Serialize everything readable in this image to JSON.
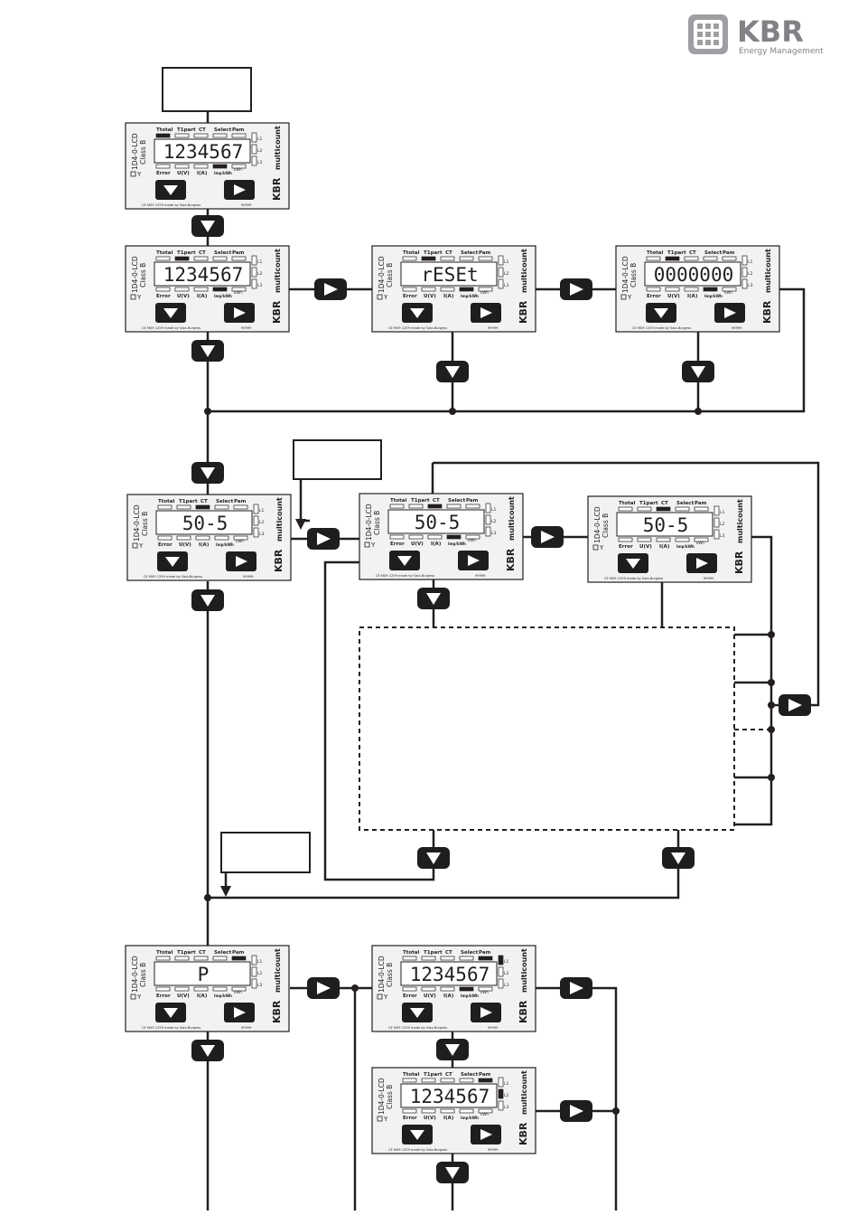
{
  "logo": {
    "brand": "KBR",
    "subtitle": "Energy Management"
  },
  "meter": {
    "side_label_1": "1D4-0-LCD",
    "side_label_2": "Class B",
    "brand": "KBR",
    "model": "multicount",
    "footer": "CE M09 1259 made by Saia-Burgess",
    "footer_num": "99999",
    "top_labels": [
      "Ttotal",
      "T1part",
      "CT",
      "Select",
      "Pam"
    ],
    "bottom_labels": [
      "Error",
      "U(V)",
      "I(A)",
      "Imp/kWh"
    ],
    "unit": "kWh",
    "phase_labels": [
      "L1",
      "L2",
      "L3"
    ]
  },
  "displays": [
    {
      "id": "total-energy",
      "value": "1234567"
    },
    {
      "id": "partial-energy",
      "value": "1234567"
    },
    {
      "id": "reset",
      "value": "rESEt"
    },
    {
      "id": "cleared",
      "value": "0000000"
    },
    {
      "id": "ct-ratio",
      "value": "50-5"
    },
    {
      "id": "ct-ratio-edit",
      "value": "50-5"
    },
    {
      "id": "ct-ratio-confirm",
      "value": "50-5"
    },
    {
      "id": "power",
      "value": "P"
    },
    {
      "id": "voltage-l1",
      "value": "1234567"
    },
    {
      "id": "voltage-l2",
      "value": "1234567"
    }
  ],
  "colors": {
    "line": "#231f20",
    "panel": "#f2f2f2",
    "button": "#1e1e1e",
    "logo_gray": "#808285"
  }
}
